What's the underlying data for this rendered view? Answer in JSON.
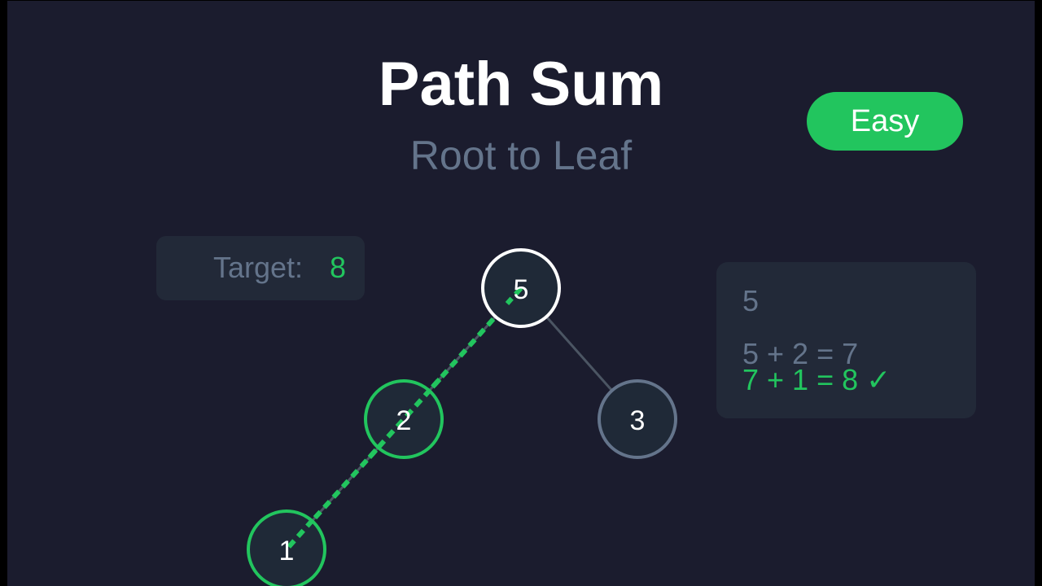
{
  "header": {
    "title": "Path Sum",
    "subtitle": "Root to Leaf"
  },
  "difficulty_badge": {
    "label": "Easy",
    "color": "#22c55e"
  },
  "target": {
    "label": "Target:",
    "value": "8"
  },
  "tree": {
    "nodes": [
      {
        "id": "root",
        "value": "5",
        "state": "current",
        "stroke": "#ffffff"
      },
      {
        "id": "left",
        "value": "2",
        "state": "on-path",
        "stroke": "#22c55e"
      },
      {
        "id": "right",
        "value": "3",
        "state": "unvisited",
        "stroke": "#64748b"
      },
      {
        "id": "left-left",
        "value": "1",
        "state": "on-path",
        "stroke": "#22c55e"
      }
    ],
    "edges": [
      {
        "from": "5",
        "to": "2",
        "highlighted": true
      },
      {
        "from": "5",
        "to": "3",
        "highlighted": false
      },
      {
        "from": "2",
        "to": "1",
        "highlighted": true
      }
    ],
    "highlighted_path": [
      "5",
      "2",
      "1"
    ]
  },
  "computation": {
    "lines": [
      {
        "text": "5",
        "state": "muted"
      },
      {
        "text": "5 + 2 = 7",
        "state": "muted"
      },
      {
        "text": "7 + 1 = 8 ✓",
        "state": "success"
      }
    ]
  },
  "colors": {
    "background": "#1b1c2e",
    "panel": "#222938",
    "accent": "#22c55e",
    "muted": "#64748b",
    "node_fill": "#1f2937",
    "edge": "#4b5563"
  }
}
